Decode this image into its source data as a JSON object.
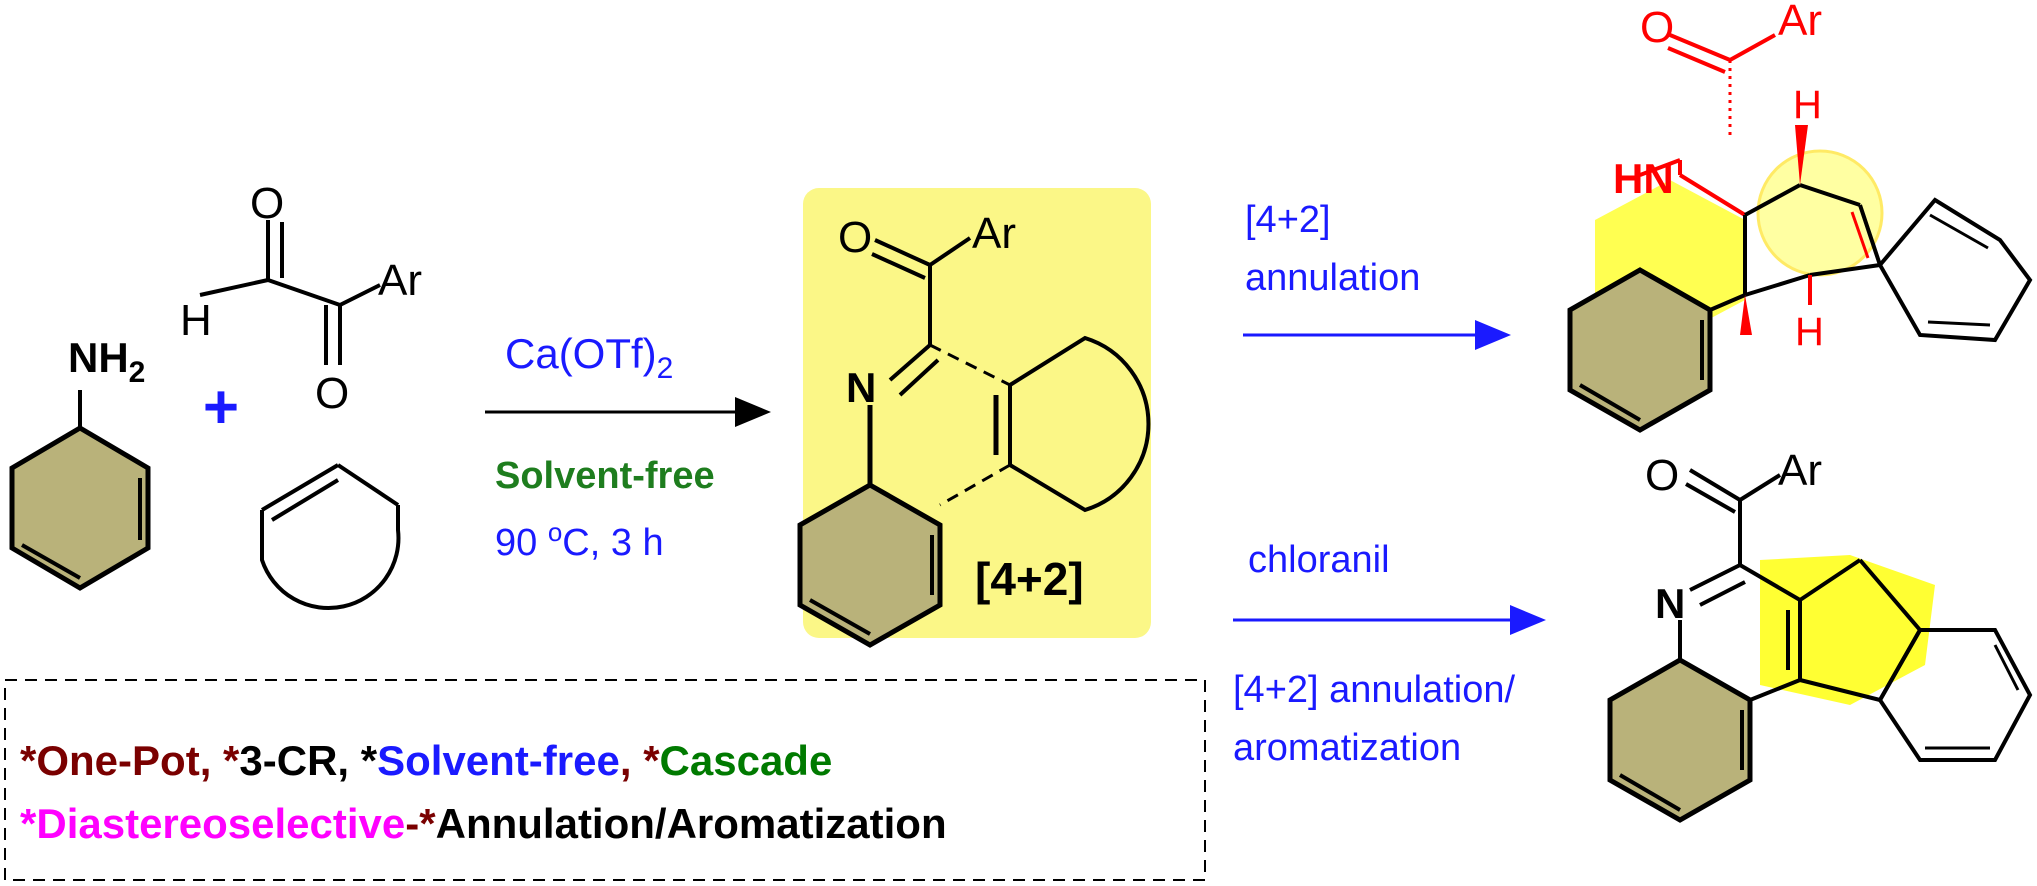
{
  "reactants": {
    "amine_group": "NH2",
    "carbonyl_o1": "O",
    "carbonyl_h": "H",
    "carbonyl_o2": "O",
    "carbonyl_ar": "Ar",
    "plus": "+"
  },
  "conditions": {
    "catalyst": "Ca(OTf)2",
    "solvent": "Solvent-free",
    "temperature_time": "90 oC, 3 h"
  },
  "intermediate": {
    "o_label": "O",
    "ar_label": "Ar",
    "n_label": "N",
    "tag": "[4+2]"
  },
  "pathway_top": {
    "line1": "[4+2]",
    "line2": "annulation"
  },
  "pathway_bottom": {
    "reagent": "chloranil",
    "line1": "[4+2] annulation/",
    "line2": "aromatization"
  },
  "product_top": {
    "o_label": "O",
    "ar_label": "Ar",
    "hn_label": "HN",
    "h_upper": "H",
    "h_lower": "H"
  },
  "product_bottom": {
    "o_label": "O",
    "ar_label": "Ar",
    "n_label": "N"
  },
  "features": {
    "line1": [
      {
        "star": "*",
        "text": "One-Pot",
        "color": "#7a0000"
      },
      {
        "star": "*",
        "text": "3-CR",
        "color": "#000000"
      },
      {
        "star": "*",
        "text": "Solvent-free",
        "color": "#1a1aff"
      },
      {
        "star": "*",
        "text": "Cascade",
        "color": "#007a00"
      }
    ],
    "sep1": ", ",
    "sep2": ", ",
    "sep3": ", ",
    "line2_a": "Diastereoselective",
    "line2_sep": "-",
    "line2_b": "Annulation/Aromatization"
  },
  "colors": {
    "ring_fill": "#b9b27a",
    "highlight": "#fbf787",
    "highlight_strong": "#ffff33",
    "blue": "#1a1aff",
    "green": "#1e7d1e",
    "red": "#ff0000",
    "magenta": "#ff00ff",
    "maroon": "#7a0000"
  }
}
